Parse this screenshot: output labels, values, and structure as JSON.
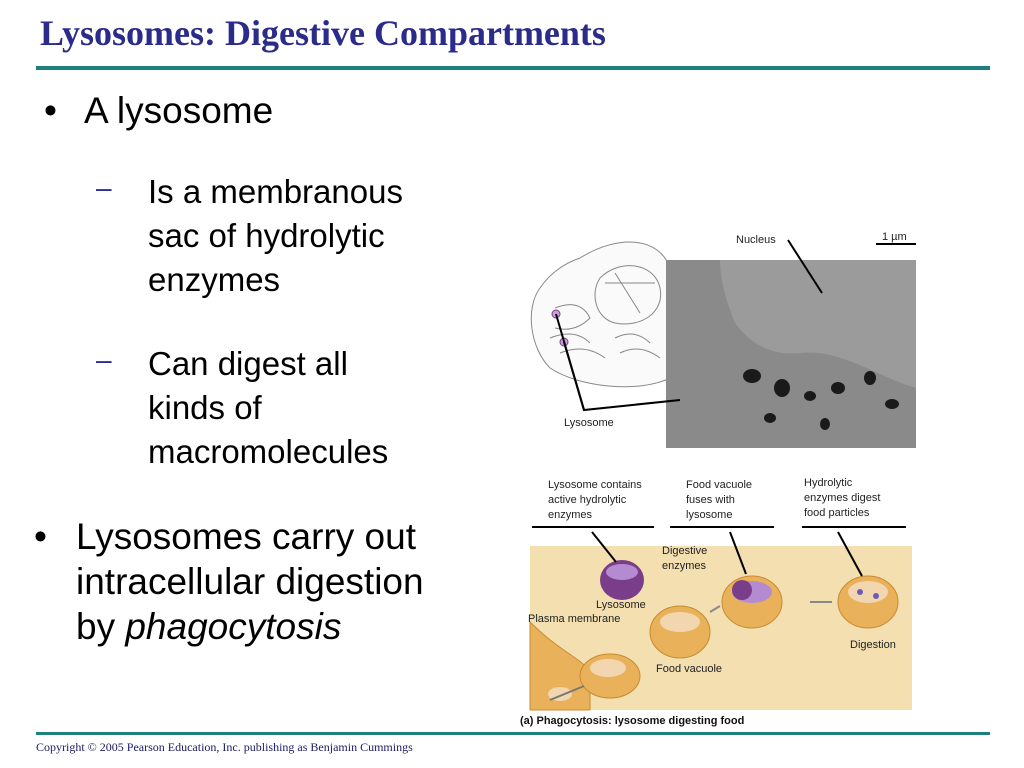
{
  "slide": {
    "title": "Lysosomes: Digestive Compartments",
    "bullets": [
      {
        "text": "A lysosome",
        "subbullets": [
          {
            "line1": "Is a membranous",
            "line2": "sac of hydrolytic",
            "line3": "enzymes"
          },
          {
            "line1": "Can digest all",
            "line2": "kinds of",
            "line3": "macromolecules"
          }
        ]
      },
      {
        "line1": "Lysosomes carry out",
        "line2": "intracellular digestion",
        "line3_prefix": "by ",
        "line3_italic": "phagocytosis"
      }
    ],
    "bullet_symbol": "•",
    "subbullet_symbol": "–",
    "copyright": "Copyright © 2005 Pearson Education, Inc. publishing as Benjamin Cummings"
  },
  "figure_top": {
    "label_nucleus": "Nucleus",
    "label_scale": "1 µm",
    "label_lysosome": "Lysosome"
  },
  "figure_bottom": {
    "step1": {
      "l1": "Lysosome contains",
      "l2": "active hydrolytic",
      "l3": "enzymes"
    },
    "step2": {
      "l1": "Food vacuole",
      "l2": "fuses with",
      "l3": "lysosome"
    },
    "step3": {
      "l1": "Hydrolytic",
      "l2": "enzymes digest",
      "l3": "food particles"
    },
    "digestive_l1": "Digestive",
    "digestive_l2": "enzymes",
    "lysosome": "Lysosome",
    "plasma_membrane": "Plasma membrane",
    "food_vacuole": "Food vacuole",
    "digestion": "Digestion",
    "caption": "(a) Phagocytosis: lysosome digesting food"
  },
  "colors": {
    "title": "#2b2b8c",
    "rule": "#1e7f7f",
    "micrograph": "#8a8a8a",
    "cytoplasm": "#f3dfb0",
    "vacuole": "#e9b25a",
    "lysosome": "#7a3d8a"
  }
}
